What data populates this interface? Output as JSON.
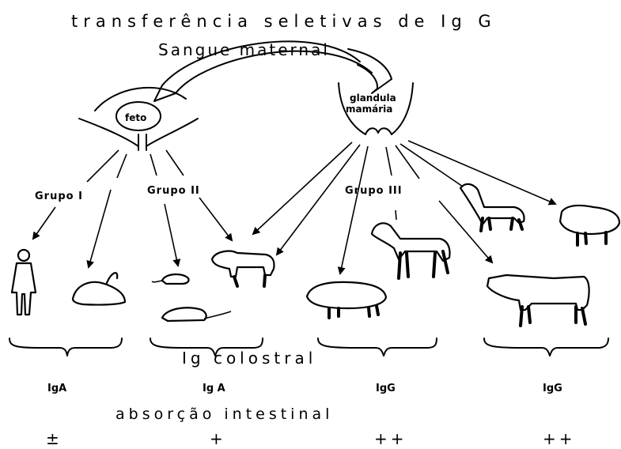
{
  "title": "transferência seletivas de Ig G",
  "maternal_blood": "Sangue maternal",
  "fetus": "feto",
  "mammary_gland_line1": "glandula",
  "mammary_gland_line2": "mamária",
  "groups": {
    "group1": "Grupo I",
    "group2": "Grupo II",
    "group3": "Grupo III"
  },
  "colostral": "Ig colostral",
  "ig_types": [
    "IgA",
    "Ig A",
    "IgG",
    "IgG"
  ],
  "absorption_label": "absorção intestinal",
  "absorption_levels": [
    "±",
    "+",
    "++",
    "++"
  ]
}
